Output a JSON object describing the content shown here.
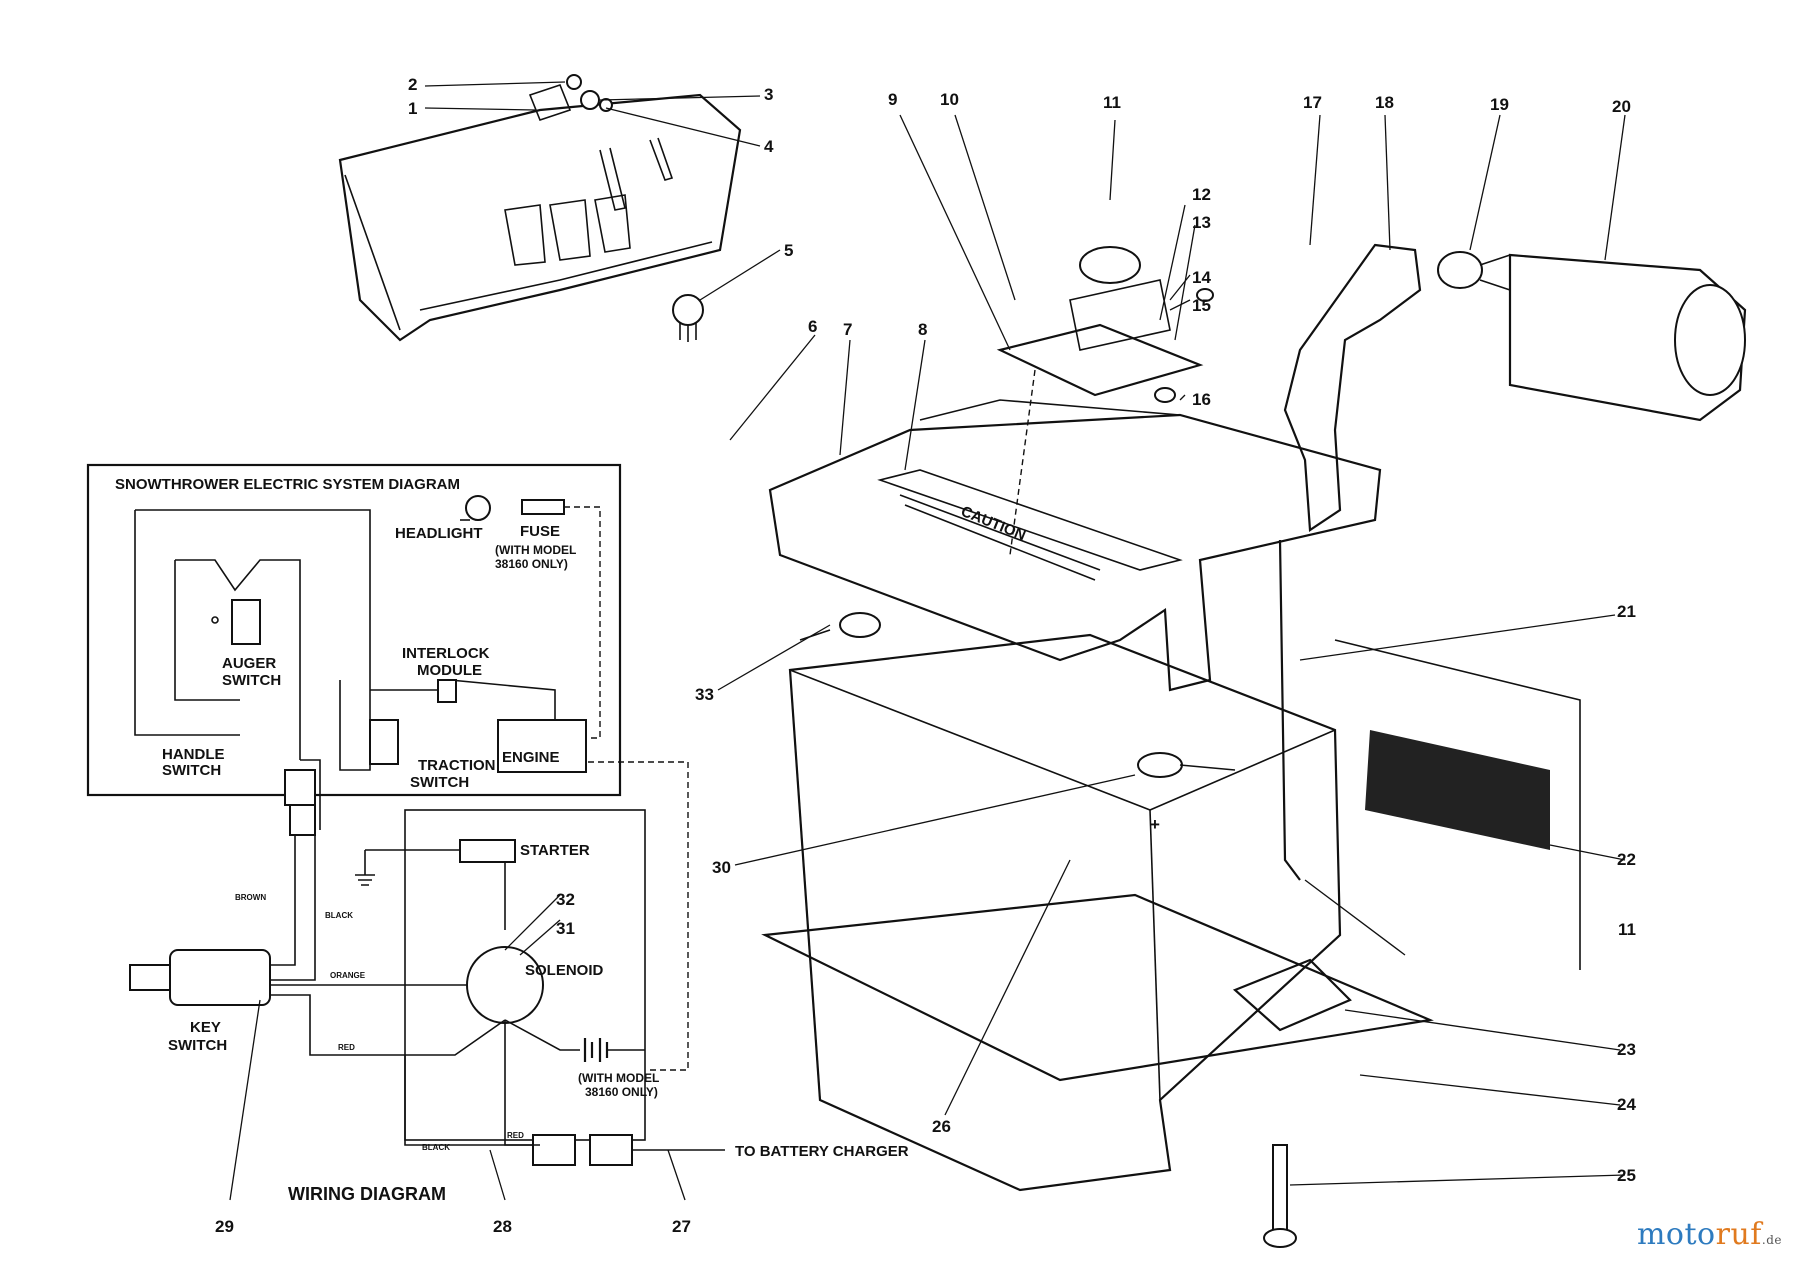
{
  "diagram": {
    "system_box_title": "SNOWTHROWER ELECTRIC SYSTEM DIAGRAM",
    "wiring_title": "WIRING DIAGRAM",
    "system_labels": {
      "headlight": "HEADLIGHT",
      "fuse": "FUSE",
      "fuse_note_1": "(WITH MODEL",
      "fuse_note_2": "38160 ONLY)",
      "auger_1": "AUGER",
      "auger_2": "SWITCH",
      "interlock_1": "INTERLOCK",
      "interlock_2": "MODULE",
      "handle_1": "HANDLE",
      "handle_2": "SWITCH",
      "traction_1": "TRACTION",
      "traction_2": "SWITCH",
      "engine": "ENGINE"
    },
    "wiring_labels": {
      "starter": "STARTER",
      "solenoid": "SOLENOID",
      "key_1": "KEY",
      "key_2": "SWITCH",
      "battery_note_1": "(WITH MODEL",
      "battery_note_2": "38160 ONLY)",
      "to_charger": "TO BATTERY CHARGER"
    },
    "wire_colors": {
      "brown": "BROWN",
      "black": "BLACK",
      "orange": "ORANGE",
      "red": "RED",
      "black_bottom": "BLACK",
      "red_bottom": "RED"
    },
    "decal": "CAUTION",
    "plus_sign": "+",
    "part_numbers": [
      "1",
      "2",
      "3",
      "4",
      "5",
      "6",
      "7",
      "8",
      "9",
      "10",
      "11",
      "12",
      "13",
      "14",
      "15",
      "16",
      "17",
      "18",
      "19",
      "20",
      "21",
      "22",
      "23",
      "24",
      "25",
      "26",
      "27",
      "28",
      "29",
      "30",
      "31",
      "32",
      "33",
      "11"
    ]
  },
  "watermark": {
    "part_a": "moto",
    "part_b": "ruf",
    "part_c": ".de"
  }
}
